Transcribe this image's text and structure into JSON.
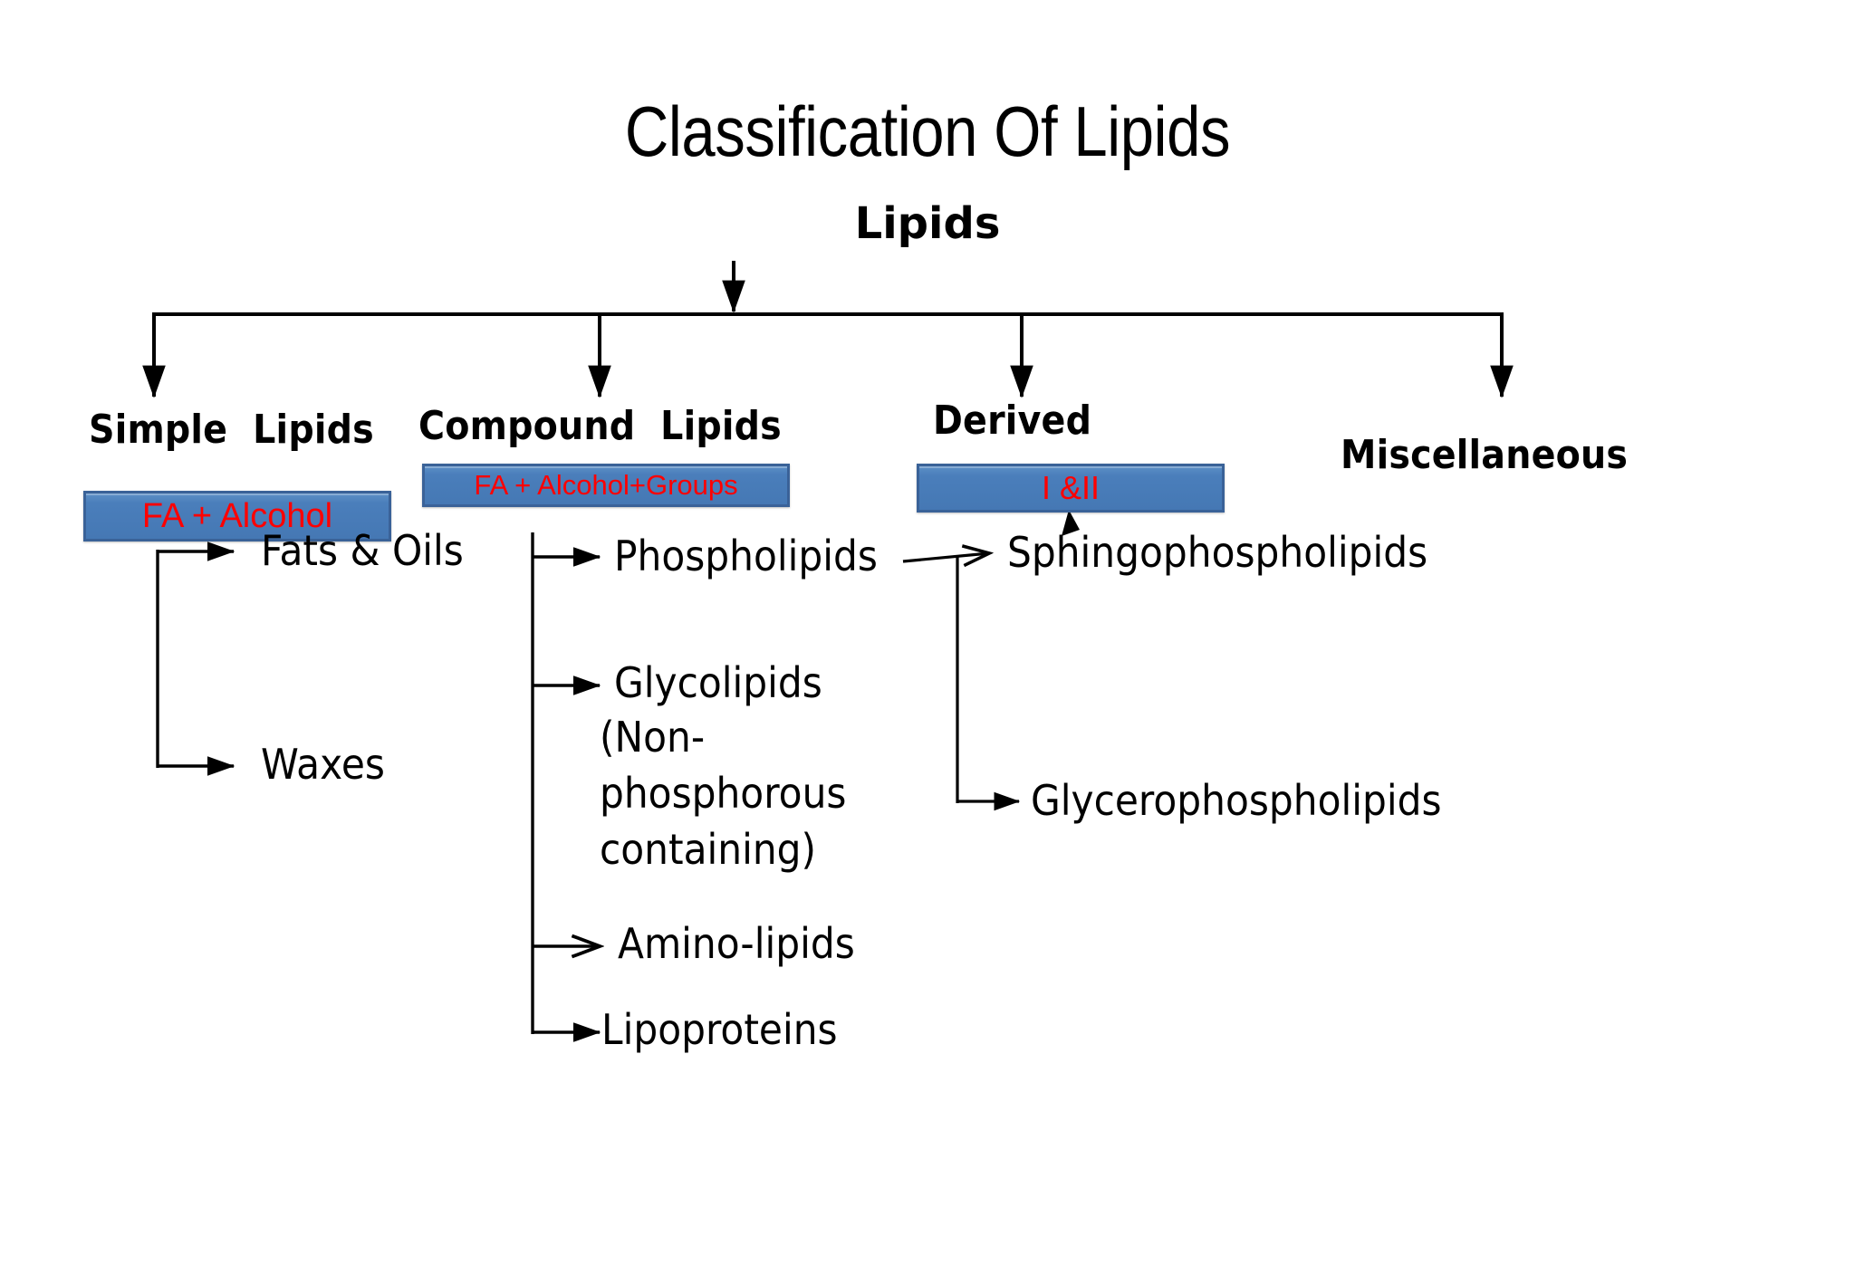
{
  "page": {
    "title": "Classification Of Lipids",
    "root_label": "Lipids",
    "background": "#ffffff",
    "line_color": "#000000",
    "box_fill": "#4a7ebb",
    "box_border": "#3a6298",
    "box_text_color": "#ff0000"
  },
  "categories": [
    {
      "key": "simple",
      "label": "Simple  Lipids",
      "formula": "FA + Alcohol",
      "children": [
        "Fats & Oils",
        "Waxes"
      ]
    },
    {
      "key": "compound",
      "label": "Compound  Lipids",
      "formula": "FA + Alcohol+Groups",
      "children": [
        "Phospholipids",
        "Glycolipids",
        "(Non-",
        "phosphorous",
        "containing)",
        "Amino-lipids",
        "Lipoproteins"
      ]
    },
    {
      "key": "derived",
      "label": "Derived",
      "formula": "I &II",
      "children": []
    },
    {
      "key": "miscellaneous",
      "label": "Miscellaneous",
      "formula": "",
      "children": []
    }
  ],
  "nodes": {
    "fats_oils": "Fats & Oils",
    "waxes": "Waxes",
    "phospholipids": "Phospholipids",
    "glycolipids": "Glycolipids",
    "glycolipids_note_1": "(Non-",
    "glycolipids_note_2": "phosphorous",
    "glycolipids_note_3": "containing)",
    "amino_lipids": "Amino-lipids",
    "lipoproteins": "Lipoproteins",
    "sphingophospholipids": "Sphingophospholipids",
    "glycerophospholipids": "Glycerophospholipids"
  },
  "boxes": {
    "simple_formula": "FA + Alcohol",
    "compound_formula": "FA + Alcohol+Groups",
    "derived_formula": "I &II"
  },
  "headings": {
    "simple": "Simple  Lipids",
    "compound": "Compound  Lipids",
    "derived": "Derived",
    "miscellaneous": "Miscellaneous"
  }
}
